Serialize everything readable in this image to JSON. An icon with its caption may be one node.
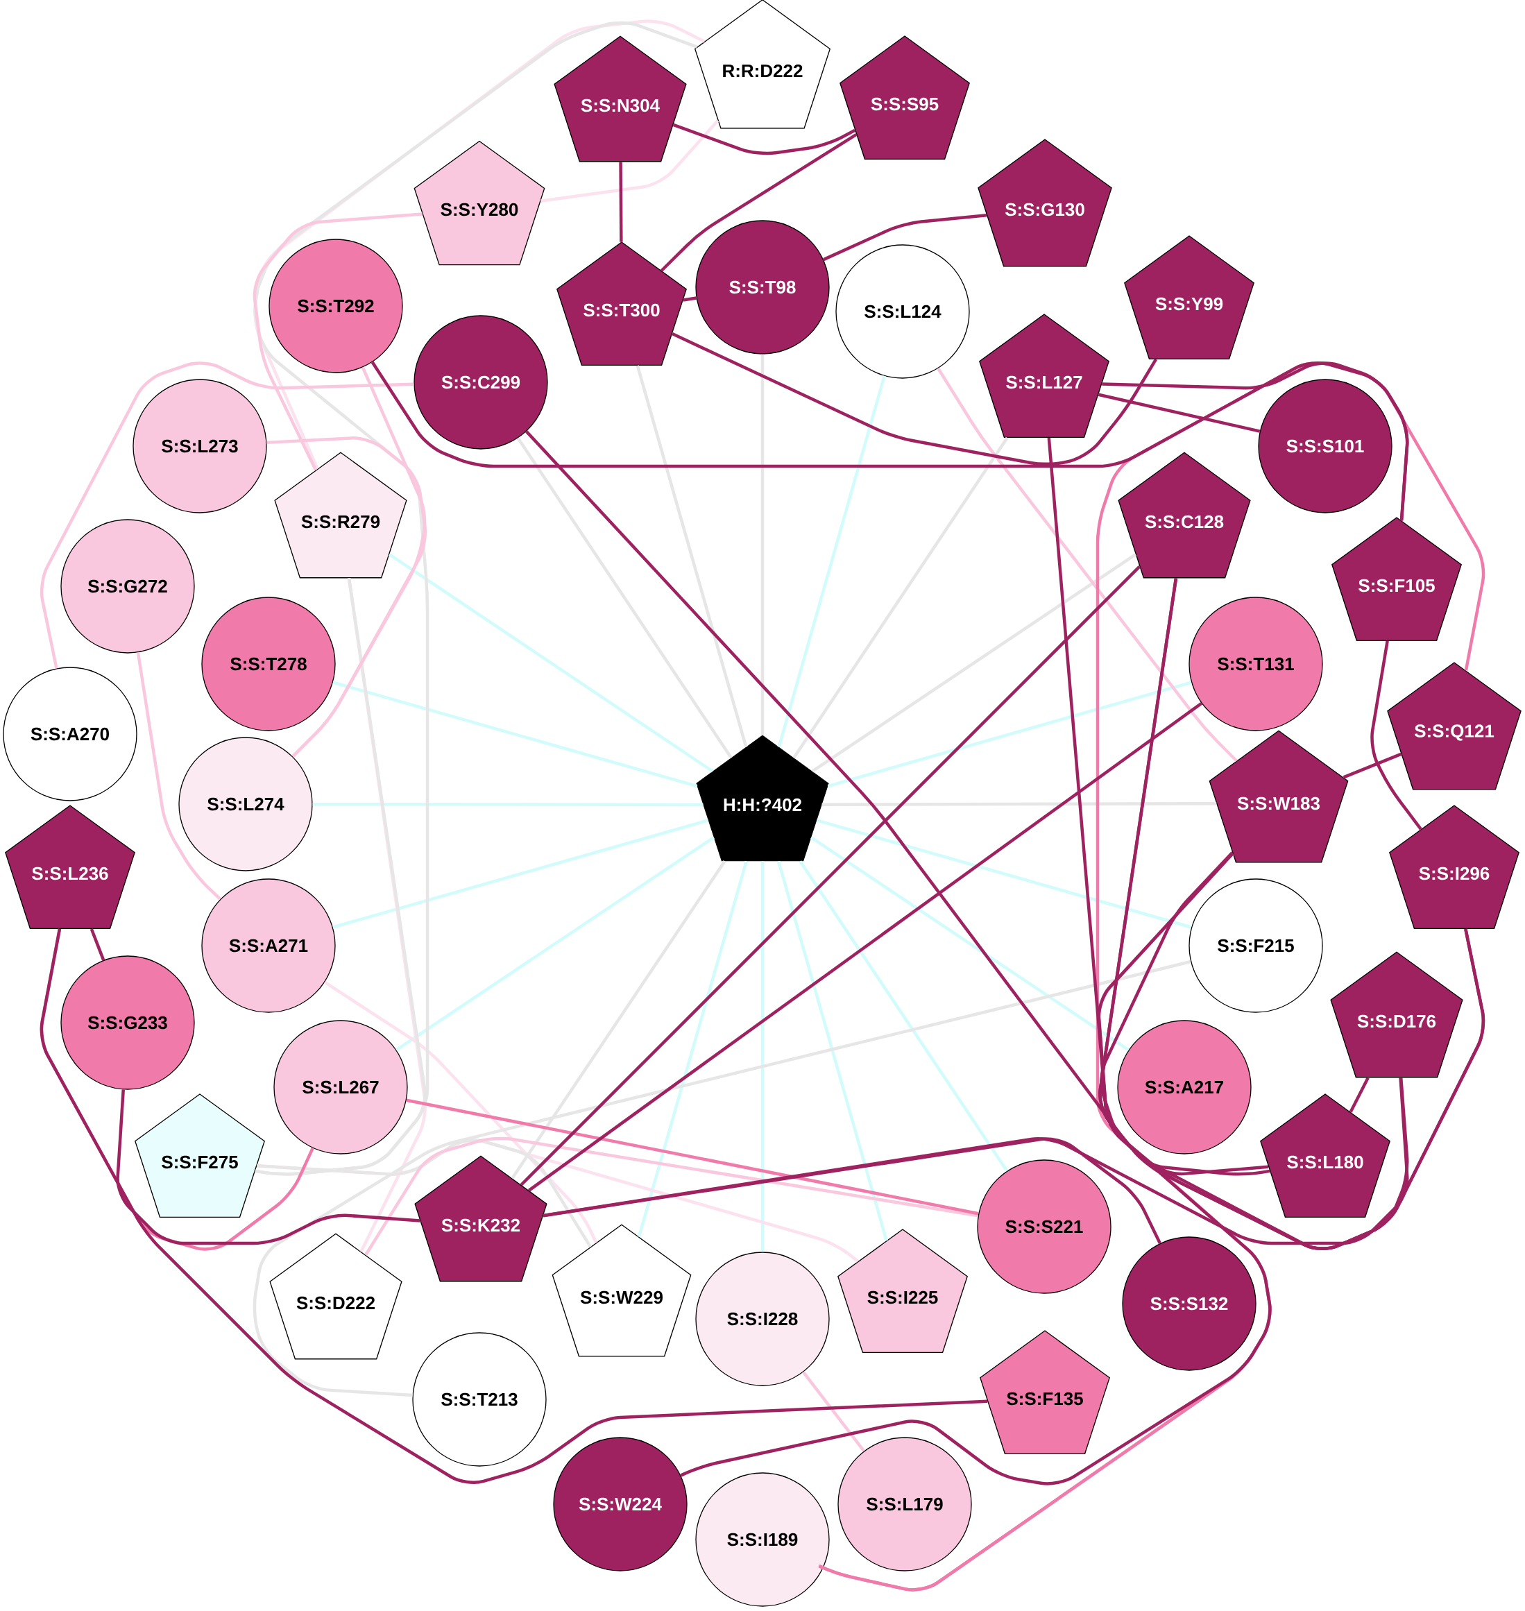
{
  "diagram": {
    "nodes": [
      {
        "text": [
          "R:R:D222"
        ]
      },
      {
        "text": [
          "S:S:N304"
        ]
      },
      {
        "text": [
          "S:S:S95"
        ]
      },
      {
        "text": [
          "S:S:Y280"
        ]
      },
      {
        "text": [
          "S:S:G130"
        ]
      },
      {
        "text": [
          "S:S:T292"
        ]
      },
      {
        "text": [
          "S:S:T300"
        ]
      },
      {
        "text": [
          "S:S:T98"
        ]
      },
      {
        "text": [
          "S:S:L124"
        ]
      },
      {
        "text": [
          "S:S:Y99"
        ]
      },
      {
        "text": [
          "S:S:C299"
        ]
      },
      {
        "text": [
          "S:S:L127"
        ]
      },
      {
        "text": [
          "S:S:L273"
        ]
      },
      {
        "text": [
          "S:S:S101"
        ]
      },
      {
        "text": [
          "S:S:R279"
        ]
      },
      {
        "text": [
          "S:S:C128"
        ]
      },
      {
        "text": [
          "S:S:G272"
        ]
      },
      {
        "text": [
          "S:S:F105"
        ]
      },
      {
        "text": [
          "S:S:T278"
        ]
      },
      {
        "text": [
          "S:S:T131"
        ]
      },
      {
        "text": [
          "S:S:A270"
        ]
      },
      {
        "text": [
          "S:S:Q121"
        ]
      },
      {
        "text": [
          "S:S:L274"
        ]
      },
      {
        "text": [
          "H:H:?402"
        ]
      },
      {
        "text": [
          "S:S:W183"
        ]
      },
      {
        "text": [
          "S:S:L236"
        ]
      },
      {
        "text": [
          "S:S:I296"
        ]
      },
      {
        "text": [
          "S:S:A271"
        ]
      },
      {
        "text": [
          "S:S:F215"
        ]
      },
      {
        "text": [
          "S:S:G233"
        ]
      },
      {
        "text": [
          "S:S:D176"
        ]
      },
      {
        "text": [
          "S:S:L267"
        ]
      },
      {
        "text": [
          "S:S:A217"
        ]
      },
      {
        "text": [
          "S:S:F275"
        ]
      },
      {
        "text": [
          "S:S:L180"
        ]
      },
      {
        "text": [
          "S:S:K232"
        ]
      },
      {
        "text": [
          "S:S:S221"
        ]
      },
      {
        "text": [
          "S:S:D222"
        ]
      },
      {
        "text": [
          "S:S:W229"
        ]
      },
      {
        "text": [
          "S:S:I228"
        ]
      },
      {
        "text": [
          "S:S:I225"
        ]
      },
      {
        "text": [
          "S:S:S132"
        ]
      },
      {
        "text": [
          "S:S:T213"
        ]
      },
      {
        "text": [
          "S:S:F135"
        ]
      },
      {
        "text": [
          "S:S:W224"
        ]
      },
      {
        "text": [
          "S:S:L179"
        ]
      },
      {
        "text": [
          "S:S:I189"
        ]
      }
    ],
    "edges": [
      {
        "from": 1,
        "to": 2,
        "arrow": "none"
      },
      {
        "from": 1,
        "to": 6,
        "arrow": "none"
      },
      {
        "from": 2,
        "to": 6,
        "arrow": "none"
      },
      {
        "from": 6,
        "to": 7,
        "arrow": "none"
      },
      {
        "from": 7,
        "to": 4,
        "arrow": "none"
      },
      {
        "from": 6,
        "to": 9,
        "arrow": "none"
      },
      {
        "from": 5,
        "to": 17,
        "arrow": "none"
      },
      {
        "from": 10,
        "to": 26,
        "arrow": "none"
      },
      {
        "from": 11,
        "to": 13,
        "arrow": "none"
      },
      {
        "from": 11,
        "to": 17,
        "arrow": "none"
      },
      {
        "from": 11,
        "to": 26,
        "arrow": "none"
      },
      {
        "from": 17,
        "to": 26,
        "arrow": "none"
      },
      {
        "from": 15,
        "to": 30,
        "arrow": "none"
      },
      {
        "from": 15,
        "to": 34,
        "arrow": "none"
      },
      {
        "from": 15,
        "to": 35,
        "arrow": "none"
      },
      {
        "from": 19,
        "to": 35,
        "arrow": "none"
      },
      {
        "from": 21,
        "to": 24,
        "arrow": "none"
      },
      {
        "from": 24,
        "to": 34,
        "arrow": "none"
      },
      {
        "from": 24,
        "to": 44,
        "arrow": "none"
      },
      {
        "from": 30,
        "to": 34,
        "arrow": "none"
      },
      {
        "from": 30,
        "to": 35,
        "arrow": "none"
      },
      {
        "from": 25,
        "to": 29,
        "arrow": "none"
      },
      {
        "from": 25,
        "to": 43,
        "arrow": "none"
      },
      {
        "from": 29,
        "to": 35,
        "arrow": "none"
      },
      {
        "from": 35,
        "to": 41,
        "arrow": "none"
      },
      {
        "from": 25,
        "to": 31,
        "arrow": "none",
        "color": "#f07aaa"
      },
      {
        "from": 31,
        "to": 36,
        "arrow": "none",
        "color": "#f07aaa"
      },
      {
        "from": 24,
        "to": 46,
        "arrow": "none",
        "color": "#f07aaa"
      },
      {
        "from": 21,
        "to": 46,
        "arrow": "none",
        "color": "#f07aaa"
      },
      {
        "from": 3,
        "to": 14,
        "arrow": "none",
        "color": "#f9c8de"
      },
      {
        "from": 5,
        "to": 22,
        "arrow": "none",
        "color": "#f9c8de"
      },
      {
        "from": 12,
        "to": 22,
        "arrow": "none",
        "color": "#f9c8de"
      },
      {
        "from": 10,
        "to": 20,
        "arrow": "none",
        "color": "#f9c8de"
      },
      {
        "from": 16,
        "to": 27,
        "arrow": "none",
        "color": "#f9c8de"
      },
      {
        "from": 8,
        "to": 24,
        "arrow": "none",
        "color": "#f9c8de"
      },
      {
        "from": 39,
        "to": 45,
        "arrow": "none",
        "color": "#f9c8de"
      },
      {
        "from": 37,
        "to": 36,
        "arrow": "none",
        "color": "#f9c8de"
      },
      {
        "from": 14,
        "to": 0,
        "arrow": "none",
        "color": "#fbe2ee"
      },
      {
        "from": 3,
        "to": 0,
        "arrow": "none",
        "color": "#fbe2ee"
      },
      {
        "from": 14,
        "to": 37,
        "arrow": "none",
        "color": "#fbe2ee"
      },
      {
        "from": 27,
        "to": 38,
        "arrow": "none",
        "color": "#fbe2ee"
      },
      {
        "from": 33,
        "to": 40,
        "arrow": "none",
        "color": "#fbe2ee"
      },
      {
        "from": 7,
        "to": 23,
        "arrow": "none",
        "color": "#e6e6e6"
      },
      {
        "from": 6,
        "to": 23,
        "arrow": "none",
        "color": "#e6e6e6"
      },
      {
        "from": 10,
        "to": 23,
        "arrow": "none",
        "color": "#e6e6e6"
      },
      {
        "from": 11,
        "to": 23,
        "arrow": "none",
        "color": "#e6e6e6"
      },
      {
        "from": 15,
        "to": 23,
        "arrow": "none",
        "color": "#e6e6e6"
      },
      {
        "from": 24,
        "to": 23,
        "arrow": "none",
        "color": "#e6e6e6"
      },
      {
        "from": 35,
        "to": 23,
        "arrow": "none",
        "color": "#e6e6e6"
      },
      {
        "from": 0,
        "to": 33,
        "arrow": "none",
        "color": "#e6e6e6"
      },
      {
        "from": 14,
        "to": 33,
        "arrow": "none",
        "color": "#e6e6e6"
      },
      {
        "from": 33,
        "to": 38,
        "arrow": "none",
        "color": "#e6e6e6"
      },
      {
        "from": 28,
        "to": 42,
        "arrow": "none",
        "color": "#e6e6e6"
      },
      {
        "from": 8,
        "to": 23,
        "arrow": "none",
        "color": "#d2fcfc"
      },
      {
        "from": 14,
        "to": 23,
        "arrow": "none",
        "color": "#d2fcfc"
      },
      {
        "from": 18,
        "to": 23,
        "arrow": "none",
        "color": "#d2fcfc"
      },
      {
        "from": 22,
        "to": 23,
        "arrow": "none",
        "color": "#d2fcfc"
      },
      {
        "from": 27,
        "to": 23,
        "arrow": "none",
        "color": "#d2fcfc"
      },
      {
        "from": 31,
        "to": 23,
        "arrow": "none",
        "color": "#d2fcfc"
      },
      {
        "from": 38,
        "to": 23,
        "arrow": "none",
        "color": "#d2fcfc"
      },
      {
        "from": 39,
        "to": 23,
        "arrow": "none",
        "color": "#d2fcfc"
      },
      {
        "from": 40,
        "to": 23,
        "arrow": "none",
        "color": "#d2fcfc"
      },
      {
        "from": 36,
        "to": 23,
        "arrow": "none",
        "color": "#d2fcfc"
      },
      {
        "from": 32,
        "to": 23,
        "arrow": "none",
        "color": "#d2fcfc"
      },
      {
        "from": 28,
        "to": 23,
        "arrow": "none",
        "color": "#d2fcfc"
      },
      {
        "from": 19,
        "to": 23,
        "arrow": "none",
        "color": "#d2fcfc"
      }
    ]
  }
}
